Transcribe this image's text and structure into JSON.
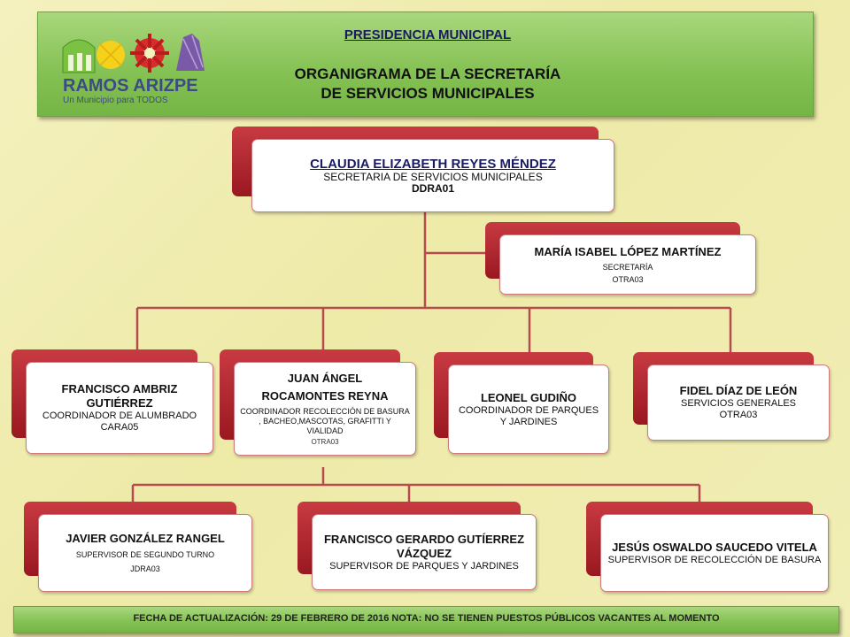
{
  "header": {
    "logo_text": "RAMOS ARIZPE",
    "logo_tagline": "Un Municipio para TODOS",
    "title": "PRESIDENCIA MUNICIPAL",
    "subtitle_line1": "ORGANIGRAMA DE LA SECRETARÍA",
    "subtitle_line2": "DE SERVICIOS MUNICIPALES"
  },
  "colors": {
    "tab_red": "#b0242c",
    "connector": "#b64b4f",
    "green_bar": "#86c255"
  },
  "org": {
    "head": {
      "name": "CLAUDIA ELIZABETH REYES MÉNDEZ",
      "position": "SECRETARIA DE SERVICIOS MUNICIPALES",
      "code": "DDRA01"
    },
    "assistant": {
      "name": "MARÍA ISABEL LÓPEZ MARTÍNEZ",
      "position": "SECRETARÍA",
      "code": "OTRA03"
    },
    "coordinators": [
      {
        "name": "FRANCISCO AMBRIZ GUTIÉRREZ",
        "position": "COORDINADOR DE ALUMBRADO",
        "code": "CARA05"
      },
      {
        "name_line1": "JUAN ÁNGEL",
        "name_line2": "ROCAMONTES REYNA",
        "position": "COORDINADOR RECOLECCIÓN DE BASURA , BACHEO,MASCOTAS, GRAFITTI Y VIALIDAD",
        "code": "OTRA03"
      },
      {
        "name": "LEONEL GUDIÑO",
        "position": "COORDINADOR DE PARQUES Y JARDINES"
      },
      {
        "name": "FIDEL DÍAZ DE LEÓN",
        "position": "SERVICIOS GENERALES",
        "code": "OTRA03"
      }
    ],
    "supervisors": [
      {
        "name": "JAVIER GONZÁLEZ RANGEL",
        "position": "SUPERVISOR DE SEGUNDO TURNO",
        "code": "JDRA03"
      },
      {
        "name": "FRANCISCO GERARDO GUTÍERREZ VÁZQUEZ",
        "position": "SUPERVISOR DE PARQUES Y JARDINES"
      },
      {
        "name": "JESÚS OSWALDO SAUCEDO VITELA",
        "position": "SUPERVISOR DE RECOLECCIÓN DE BASURA"
      }
    ]
  },
  "footer": {
    "text": "FECHA DE ACTUALIZACIÓN:  29 DE FEBRERO DE 2016   NOTA:  NO SE TIENEN PUESTOS PÚBLICOS VACANTES AL MOMENTO"
  }
}
